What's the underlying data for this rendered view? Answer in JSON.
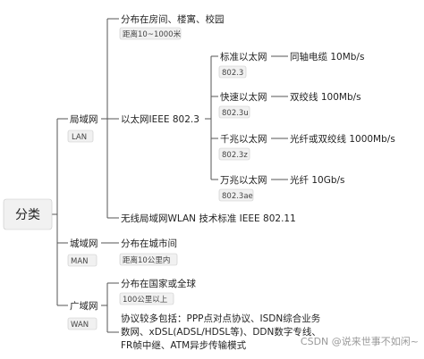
{
  "root": {
    "label": "分类"
  },
  "groups": [
    {
      "label": "局域网",
      "note": "LAN",
      "children": [
        {
          "label": "分布在房间、楼寓、校园",
          "note": "距离10~1000米"
        },
        {
          "label": "以太网IEEE 802.3",
          "children": [
            {
              "label": "标准以太网",
              "note": "802.3",
              "leaf": "同轴电缆 10Mb/s"
            },
            {
              "label": "快速以太网",
              "note": "802.3u",
              "leaf": "双绞线 100Mb/s"
            },
            {
              "label": "千兆以太网",
              "note": "802.3z",
              "leaf": "光纤或双绞线 1000Mb/s"
            },
            {
              "label": "万兆以太网",
              "note": "802.3ae",
              "leaf": "光纤 10Gb/s"
            }
          ]
        },
        {
          "label": "无线局域网WLAN 技术标准 IEEE 802.11"
        }
      ]
    },
    {
      "label": "城域网",
      "note": "MAN",
      "children": [
        {
          "label": "分布在城市间",
          "note": "距离10公里内"
        }
      ]
    },
    {
      "label": "广域网",
      "note": "WAN",
      "children": [
        {
          "label": "分布在国家或全球",
          "note": "100公里以上"
        },
        {
          "lines": [
            "协议较多包括：PPP点对点协议、ISDN综合业务",
            "数网、xDSL(ADSL/HDSL等)、DDN数字专线、",
            "FR帧中继、ATM异步传输模式"
          ]
        }
      ]
    }
  ],
  "watermark": "CSDN @说来世事不如闲~"
}
